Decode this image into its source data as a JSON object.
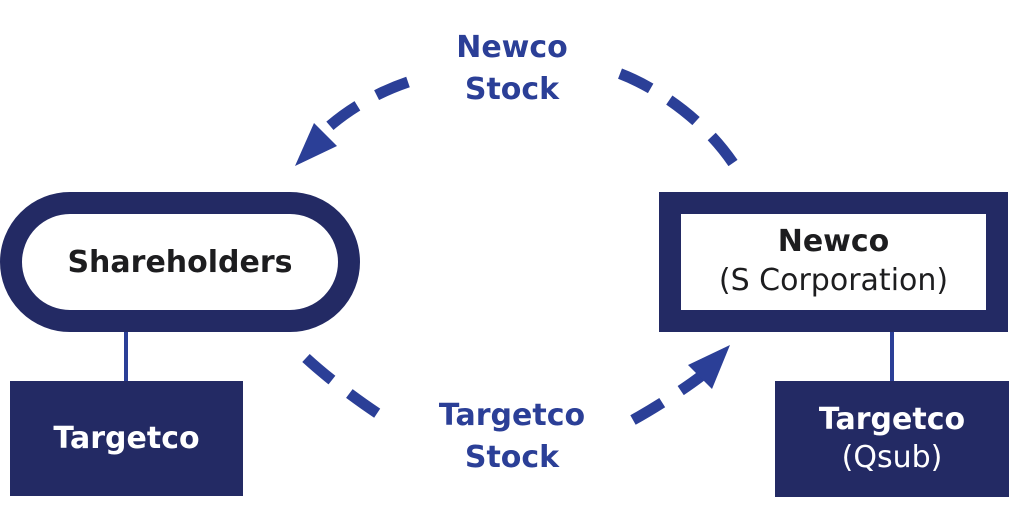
{
  "colors": {
    "navy": "#232a64",
    "arrow_blue": "#2b3f97",
    "text_dark": "#1d1d1f",
    "white": "#ffffff"
  },
  "nodes": {
    "shareholders": {
      "label": "Shareholders"
    },
    "newco": {
      "title": "Newco",
      "subtitle": "(S Corporation)"
    },
    "targetco_left": {
      "label": "Targetco"
    },
    "targetco_right": {
      "title": "Targetco",
      "subtitle": "(Qsub)"
    }
  },
  "flows": {
    "top": {
      "line1": "Newco",
      "line2": "Stock",
      "from": "Newco",
      "to": "Shareholders"
    },
    "bottom": {
      "line1": "Targetco",
      "line2": "Stock",
      "from": "Shareholders",
      "to": "Newco"
    }
  }
}
